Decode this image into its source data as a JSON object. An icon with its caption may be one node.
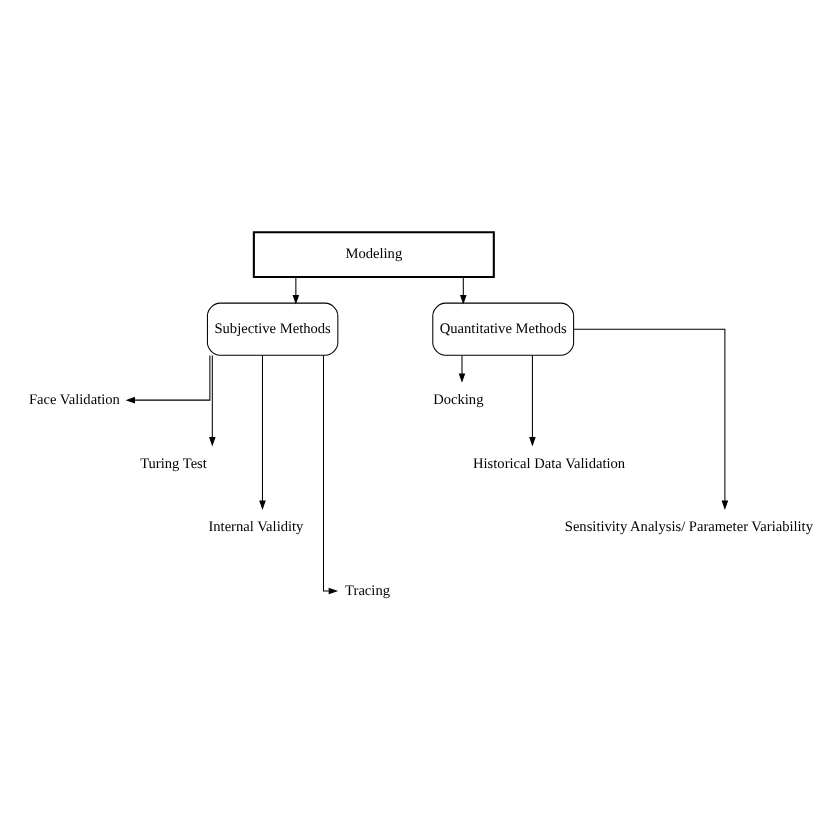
{
  "diagram": {
    "nodes": [
      {
        "text": [
          "Modeling"
        ]
      },
      {
        "text": [
          "Subjective Methods"
        ]
      },
      {
        "text": [
          "Quantitative Methods"
        ]
      },
      {
        "text": [
          "Face Validation"
        ]
      },
      {
        "text": [
          "Turing Test"
        ]
      },
      {
        "text": [
          "Internal Validity"
        ]
      },
      {
        "text": [
          "Tracing"
        ]
      },
      {
        "text": [
          "Docking"
        ]
      },
      {
        "text": [
          "Historical Data Validation"
        ]
      },
      {
        "text": [
          "Sensitivity Analysis/ Parameter Variability"
        ]
      }
    ],
    "edges": [
      {
        "from": 0,
        "to": 1,
        "arrow": "to"
      },
      {
        "from": 0,
        "to": 2,
        "arrow": "to"
      },
      {
        "from": 1,
        "to": 3,
        "arrow": "to"
      },
      {
        "from": 1,
        "to": 4,
        "arrow": "to"
      },
      {
        "from": 1,
        "to": 5,
        "arrow": "to"
      },
      {
        "from": 1,
        "to": 6,
        "arrow": "to"
      },
      {
        "from": 2,
        "to": 7,
        "arrow": "to"
      },
      {
        "from": 2,
        "to": 8,
        "arrow": "to"
      },
      {
        "from": 2,
        "to": 9,
        "arrow": "to"
      }
    ]
  }
}
